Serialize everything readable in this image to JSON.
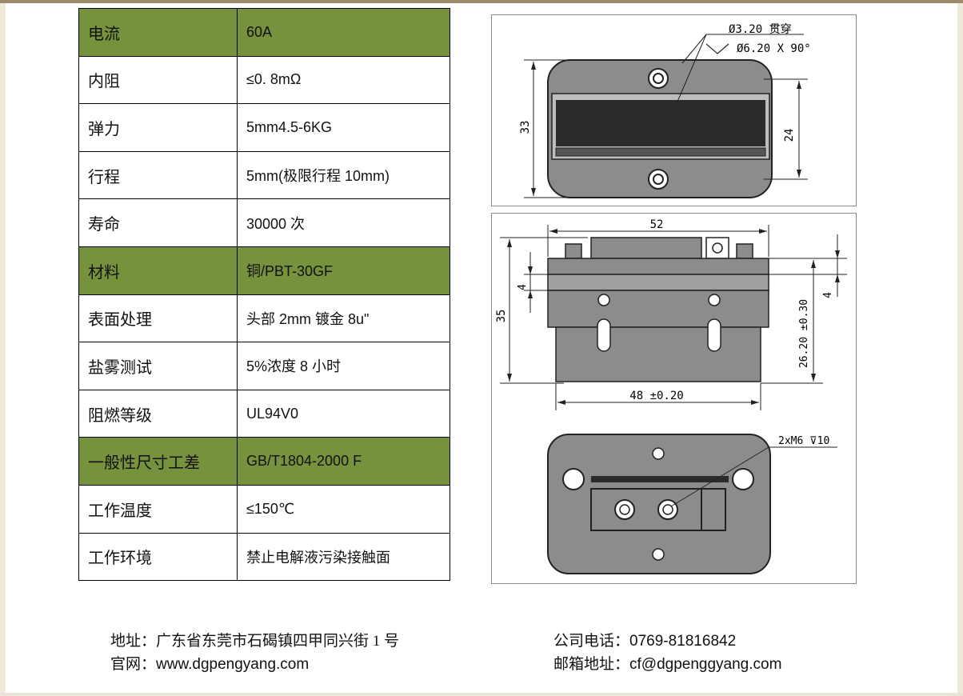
{
  "specs": [
    {
      "label": "电流",
      "value": "60A",
      "highlight": true
    },
    {
      "label": "内阻",
      "value": "≤0. 8mΩ",
      "highlight": false
    },
    {
      "label": "弹力",
      "value": "5mm4.5-6KG",
      "highlight": false
    },
    {
      "label": "行程",
      "value": "5mm(极限行程 10mm)",
      "highlight": false
    },
    {
      "label": "寿命",
      "value": "30000 次",
      "highlight": false
    },
    {
      "label": "材料",
      "value": "铜/PBT-30GF",
      "highlight": true
    },
    {
      "label": "表面处理",
      "value": "头部 2mm 镀金 8u\"",
      "highlight": false
    },
    {
      "label": "盐雾测试",
      "value": "5%浓度 8 小时",
      "highlight": false
    },
    {
      "label": "阻燃等级",
      "value": "UL94V0",
      "highlight": false
    },
    {
      "label": "一般性尺寸工差",
      "value": "GB/T1804-2000 F",
      "highlight": true
    },
    {
      "label": "工作温度",
      "value": "≤150℃",
      "highlight": false
    },
    {
      "label": "工作环境",
      "value": "禁止电解液污染接触面",
      "highlight": false
    }
  ],
  "drawing_top": {
    "note1": "Ø3.20 贯穿",
    "note2": "Ø6.20 X 90°",
    "height_total": "33",
    "height_inner": "24"
  },
  "drawing_bottom": {
    "width_top": "52",
    "height_left": "35",
    "dim_left_small": "4",
    "dim_right_small": "4",
    "height_right": "26.20 ±0.30",
    "width_bottom": "48 ±0.20",
    "thread_note": "2xM6 ⊽10"
  },
  "footer": {
    "address_label": "地址：",
    "address": "广东省东莞市石碣镇四甲同兴街 1 号",
    "website_label": "官网：",
    "website": "www.dgpengyang.com",
    "phone_label": "公司电话：",
    "phone": "0769-81816842",
    "email_label": "邮箱地址：",
    "email": "cf@dgpenggyang.com"
  },
  "colors": {
    "highlight_green": "#77923c",
    "part_gray": "#8c8c8c",
    "dark_slot": "#2b2b2b"
  }
}
